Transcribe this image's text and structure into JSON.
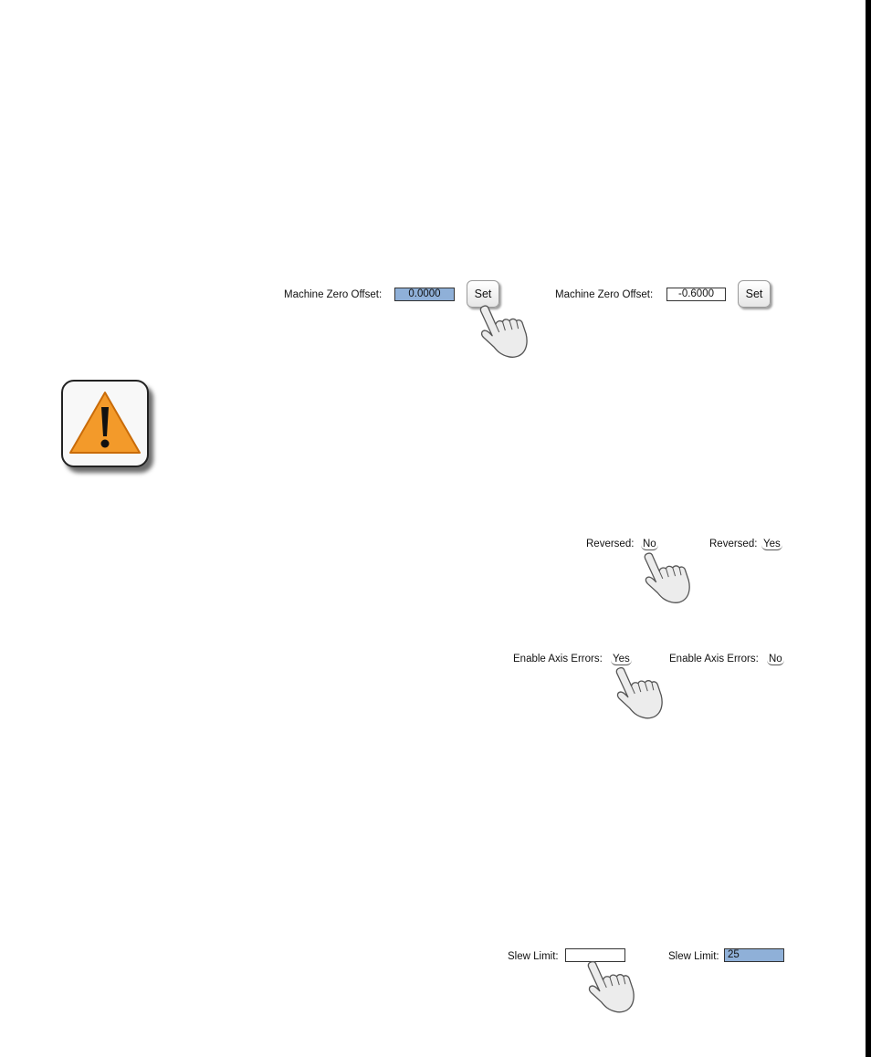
{
  "offset_before": {
    "label": "Machine Zero Offset:",
    "value": "0.0000",
    "button": "Set"
  },
  "offset_after": {
    "label": "Machine Zero Offset:",
    "value": "-0.6000",
    "button": "Set"
  },
  "reversed_before": {
    "label": "Reversed:",
    "value": "No"
  },
  "reversed_after": {
    "label": "Reversed:",
    "value": "Yes"
  },
  "axis_errors_before": {
    "label": "Enable Axis Errors:",
    "value": "Yes"
  },
  "axis_errors_after": {
    "label": "Enable Axis Errors:",
    "value": "No"
  },
  "slew_before": {
    "label": "Slew Limit:",
    "value": ""
  },
  "slew_after": {
    "label": "Slew Limit:",
    "value": "25"
  },
  "icons": [
    "warning-icon",
    "pointing-hand-icon"
  ]
}
